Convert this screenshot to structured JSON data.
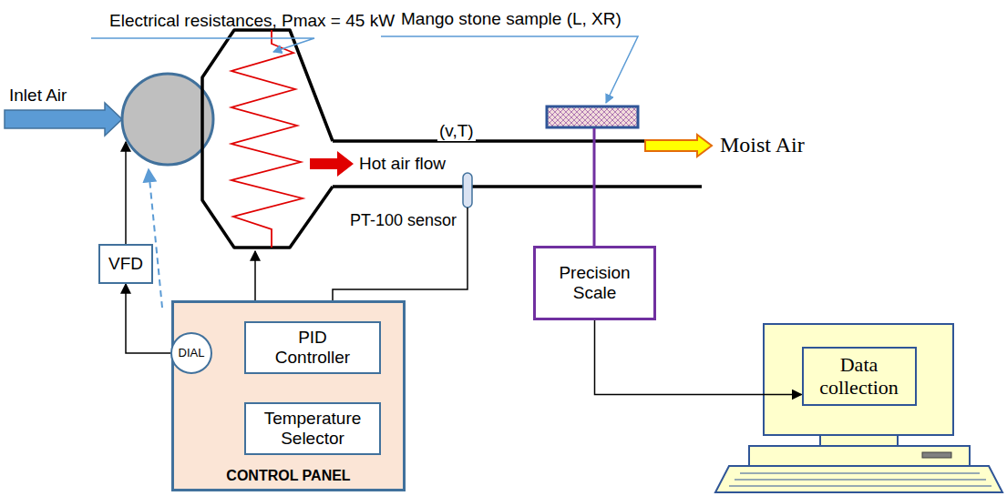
{
  "diagram": {
    "nodes": [
      {
        "text": [
          "VFD"
        ]
      },
      {
        "text": [
          "Precision Scale"
        ]
      },
      {
        "text": [
          "CONTROL PANEL"
        ]
      },
      {
        "text": [
          "DIAL"
        ],
        "in": 2
      },
      {
        "text": [
          "PID Controller"
        ],
        "in": 2
      },
      {
        "text": [
          "Temperature Selector"
        ],
        "in": 2
      },
      {
        "text": [
          "Data collection"
        ]
      }
    ],
    "edges": [
      {
        "from": 3,
        "to": 0,
        "arrow": "to"
      },
      {
        "from": 5,
        "to": 4,
        "arrow": "to"
      },
      {
        "from": 1,
        "to": 6,
        "arrow": "to"
      }
    ],
    "labels": [
      "Electrical resistances, Pmax = 45 kW",
      "Mango stone sample (L, XR)",
      "Inlet Air",
      "Hot air flow",
      "(v,T)",
      "PT-100 sensor",
      "Moist Air"
    ]
  }
}
